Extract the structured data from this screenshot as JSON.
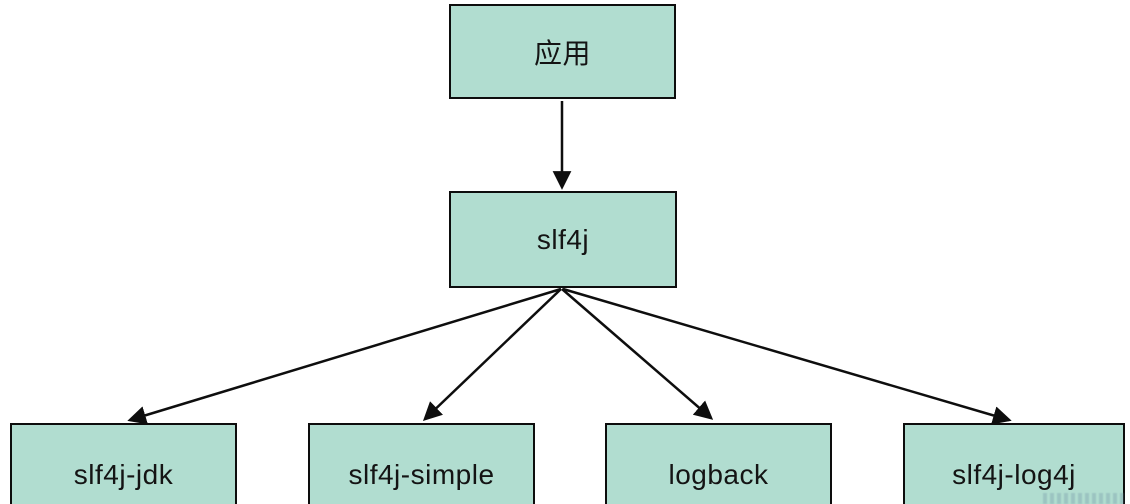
{
  "diagram": {
    "nodes": [
      {
        "id": "app",
        "label": "应用"
      },
      {
        "id": "slf4j",
        "label": "slf4j"
      },
      {
        "id": "slf4j-jdk",
        "label": "slf4j-jdk"
      },
      {
        "id": "slf4j-simple",
        "label": "slf4j-simple"
      },
      {
        "id": "logback",
        "label": "logback"
      },
      {
        "id": "slf4j-log4j",
        "label": "slf4j-log4j"
      }
    ],
    "edges": [
      {
        "from": "应用",
        "to": "slf4j"
      },
      {
        "from": "slf4j",
        "to": "slf4j-jdk"
      },
      {
        "from": "slf4j",
        "to": "slf4j-simple"
      },
      {
        "from": "slf4j",
        "to": "logback"
      },
      {
        "from": "slf4j",
        "to": "slf4j-log4j"
      }
    ],
    "colors": {
      "node_fill": "#b1ddd0",
      "node_border": "#0d0d0d",
      "arrow": "#0e0e0e",
      "background": "#ffffff"
    }
  }
}
